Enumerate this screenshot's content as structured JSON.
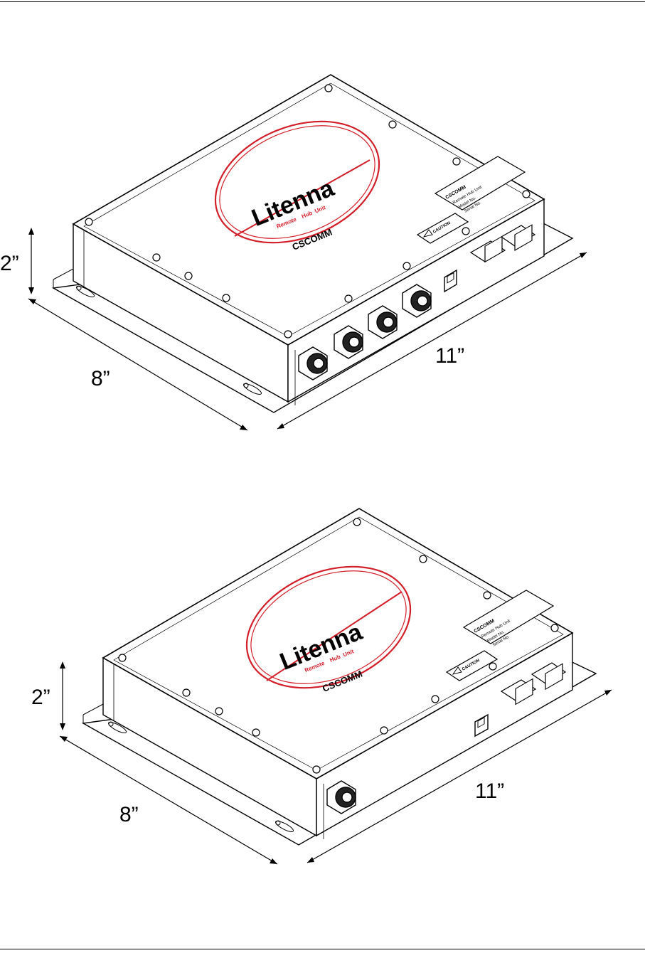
{
  "figures": [
    {
      "id": "unit-4-ports",
      "dimensions": {
        "height": "2”",
        "depth": "8”",
        "length": "11”"
      },
      "logo": {
        "brand": "Litenna",
        "tagline_left": "Remote",
        "tagline_mid": "Hub",
        "tagline_right": "Unit",
        "maker": "CSCOMM"
      },
      "nameplate_lines": [
        "CSCOMM",
        "Remote Hub Unit",
        "Model No.",
        "Serial No."
      ],
      "warning_label": "CAUTION",
      "port_count": 4
    },
    {
      "id": "unit-1-port",
      "dimensions": {
        "height": "2”",
        "depth": "8”",
        "length": "11”"
      },
      "logo": {
        "brand": "Litenna",
        "tagline_left": "Remote",
        "tagline_mid": "Hub",
        "tagline_right": "Unit",
        "maker": "CSCOMM"
      },
      "nameplate_lines": [
        "CSCOMM",
        "Remote Hub Unit",
        "Model No.",
        "Serial No."
      ],
      "warning_label": "CAUTION",
      "port_count": 1
    }
  ],
  "colors": {
    "ink": "#000000",
    "logo_ring": "#d21f2a"
  }
}
